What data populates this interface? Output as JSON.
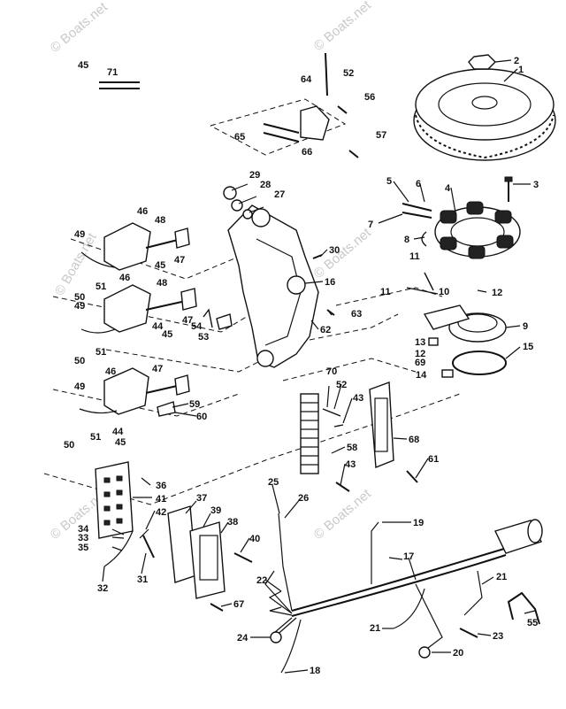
{
  "watermark": "© Boats.net",
  "callouts": [
    "1",
    "2",
    "3",
    "4",
    "5",
    "6",
    "7",
    "8",
    "9",
    "10",
    "11",
    "12",
    "13",
    "14",
    "15",
    "16",
    "17",
    "18",
    "19",
    "20",
    "21",
    "22",
    "23",
    "24",
    "25",
    "26",
    "27",
    "28",
    "29",
    "30",
    "31",
    "32",
    "33",
    "34",
    "35",
    "36",
    "37",
    "38",
    "39",
    "40",
    "41",
    "42",
    "43",
    "44",
    "45",
    "46",
    "47",
    "48",
    "49",
    "50",
    "51",
    "52",
    "53",
    "54",
    "55",
    "56",
    "57",
    "58",
    "59",
    "60",
    "61",
    "62",
    "63",
    "64",
    "65",
    "66",
    "67",
    "68",
    "69",
    "70",
    "71"
  ]
}
